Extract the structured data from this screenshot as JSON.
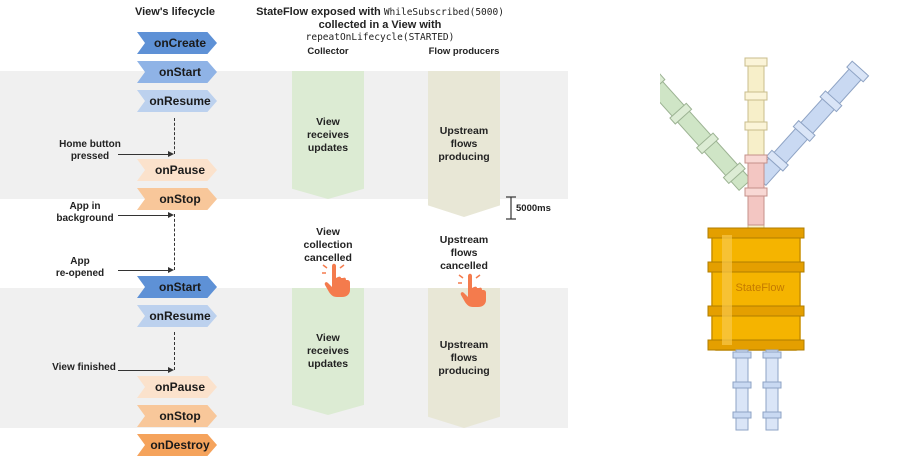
{
  "headers": {
    "lifecycle": "View's lifecycle",
    "subtitle_line1_prefix": "StateFlow exposed with ",
    "subtitle_line1_code": "WhileSubscribed(5000)",
    "subtitle_line2_prefix": "collected in a View with ",
    "subtitle_line2_code": "repeatOnLifecycle(STARTED)",
    "collector": "Collector",
    "producers": "Flow producers"
  },
  "lifecycle_states": [
    {
      "label": "onCreate",
      "tone": "blue-dark"
    },
    {
      "label": "onStart",
      "tone": "blue-mid"
    },
    {
      "label": "onResume",
      "tone": "blue-light"
    },
    {
      "label": "onPause",
      "tone": "orange-light"
    },
    {
      "label": "onStop",
      "tone": "orange-mid"
    },
    {
      "label": "onStart",
      "tone": "blue-dark"
    },
    {
      "label": "onResume",
      "tone": "blue-light"
    },
    {
      "label": "onPause",
      "tone": "orange-light"
    },
    {
      "label": "onStop",
      "tone": "orange-mid"
    },
    {
      "label": "onDestroy",
      "tone": "orange-dark"
    }
  ],
  "events": {
    "home_line1": "Home button",
    "home_line2": "pressed",
    "background_line1": "App in",
    "background_line2": "background",
    "reopen_line1": "App",
    "reopen_line2": "re-opened",
    "finished": "View finished"
  },
  "collector": {
    "receives_1": [
      "View",
      "receives",
      "updates"
    ],
    "cancelled": [
      "View",
      "collection",
      "cancelled"
    ],
    "receives_2": [
      "View",
      "receives",
      "updates"
    ]
  },
  "producers": {
    "producing_1": [
      "Upstream",
      "flows",
      "producing"
    ],
    "cancelled": [
      "Upstream",
      "flows",
      "cancelled"
    ],
    "producing_2": [
      "Upstream",
      "flows",
      "producing"
    ]
  },
  "timeout_label": "5000ms",
  "barrel_label": "StateFlow",
  "colors": {
    "band": "#f0f0f0",
    "blue_dark": "#5e91d6",
    "blue_mid": "#8fb3e6",
    "blue_light": "#bcd1ee",
    "orange_light": "#fbe2cc",
    "orange_mid": "#f8c79a",
    "orange_dark": "#f5a35c",
    "collector_green": "#dcebd3",
    "producer_beige": "#e8e7d6",
    "barrel": "#f5b400"
  }
}
